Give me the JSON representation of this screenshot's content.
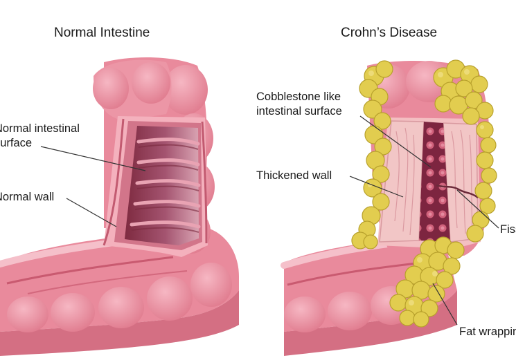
{
  "normal": {
    "title": "Normal Intestine",
    "label_surface_line1": "Normal intestinal",
    "label_surface_line2": "surface",
    "label_wall": "Normal wall"
  },
  "crohns": {
    "title": "Crohn’s Disease",
    "label_cobble_line1": "Cobblestone like",
    "label_cobble_line2": "intestinal surface",
    "label_thick": "Thickened wall",
    "label_fissure": "Fissure",
    "label_fat": "Fat wrapping"
  },
  "colors": {
    "outer": "#e8889a",
    "outer_dark": "#c9606f",
    "outer_light": "#f3b0bd",
    "lumen_dark": "#8a3046",
    "lumen_mid": "#b76b80",
    "thick_wall": "#f3bfc2",
    "fat": "#e2cd4f",
    "fat_dark": "#b8a12c"
  }
}
